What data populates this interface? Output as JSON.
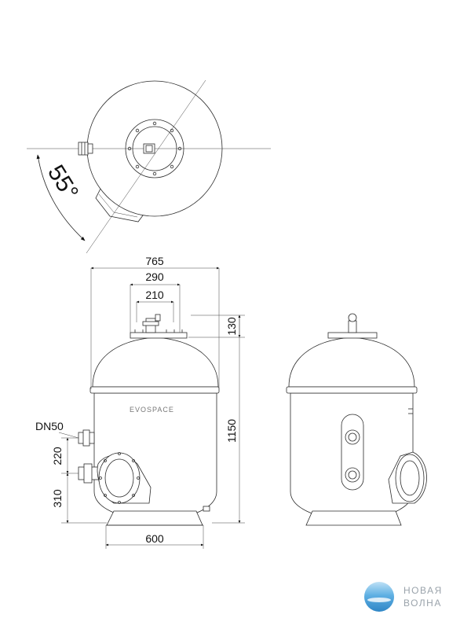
{
  "angle_label": "55°",
  "dims": {
    "width_total": "765",
    "flange_outer": "290",
    "flange_inner": "210",
    "top_height": "130",
    "total_height": "1150",
    "pipe_gap": "220",
    "bottom_height": "310",
    "base_width": "600",
    "pipe_label": "DN50"
  },
  "brand_on_tank": "EVOSPACE",
  "logo": {
    "line1": "НОВАЯ",
    "line2": "ВОЛНА"
  }
}
